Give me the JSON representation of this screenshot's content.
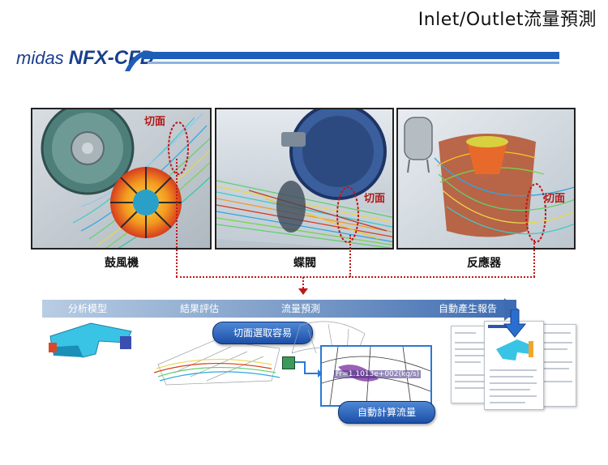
{
  "header": {
    "title": "Inlet/Outlet流量預測",
    "logo_light": "midas ",
    "logo_bold": "NFX-CFD"
  },
  "cut_label": "切面",
  "panels": [
    {
      "caption": "鼓風機"
    },
    {
      "caption": "蝶閥"
    },
    {
      "caption": "反應器"
    }
  ],
  "process": {
    "steps": [
      "分析模型",
      "結果評估",
      "流量預測",
      "自動產生報告"
    ],
    "callout_cut": "切面選取容易",
    "callout_flow": "自動計算流量",
    "flow_readout": "Fr=1.1013e+002(kg/s)"
  },
  "colors": {
    "brand_blue": "#1a3f8c",
    "stripe_blue": "#1d5fb8",
    "cut_red": "#c01818",
    "callout_blue": "#1c4fa8"
  }
}
